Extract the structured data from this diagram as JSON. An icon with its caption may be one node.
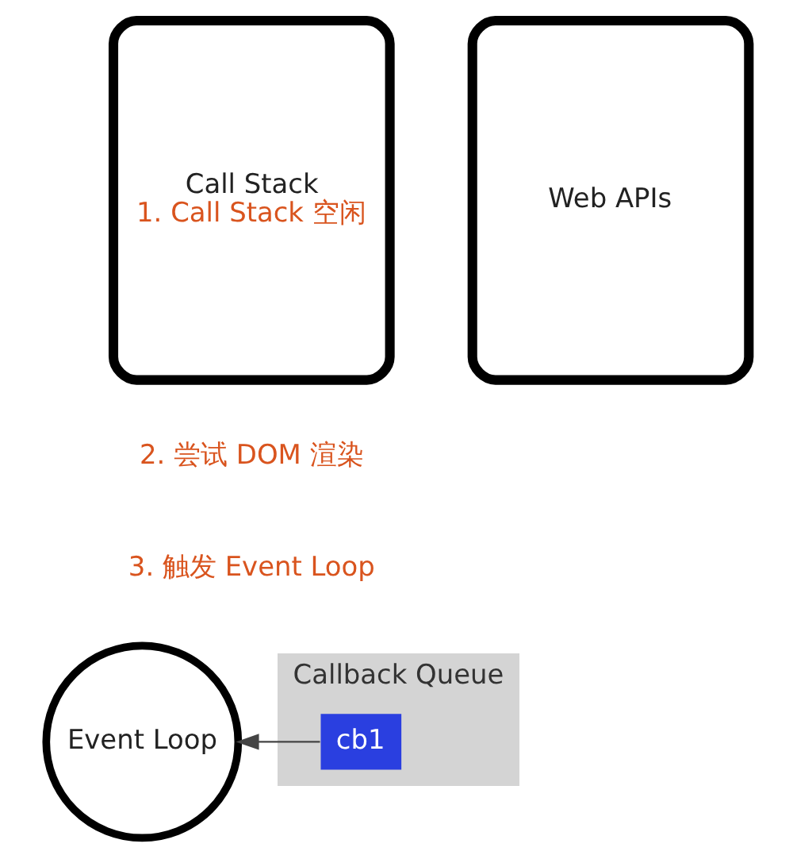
{
  "diagram": {
    "nodes": [
      {
        "text": [
          "Call Stack",
          "1. Call Stack 空闲"
        ]
      },
      {
        "text": [
          "Web APIs"
        ]
      },
      {
        "text": [
          "Event Loop"
        ]
      },
      {
        "text": [
          "Callback Queue"
        ]
      },
      {
        "text": [
          "cb1"
        ],
        "in": 3
      }
    ],
    "edges": [
      {
        "from": 4,
        "to": 2,
        "arrow": "to"
      }
    ],
    "labels": [
      "2. 尝试 DOM 渲染",
      "3. 触发 Event Loop"
    ]
  }
}
